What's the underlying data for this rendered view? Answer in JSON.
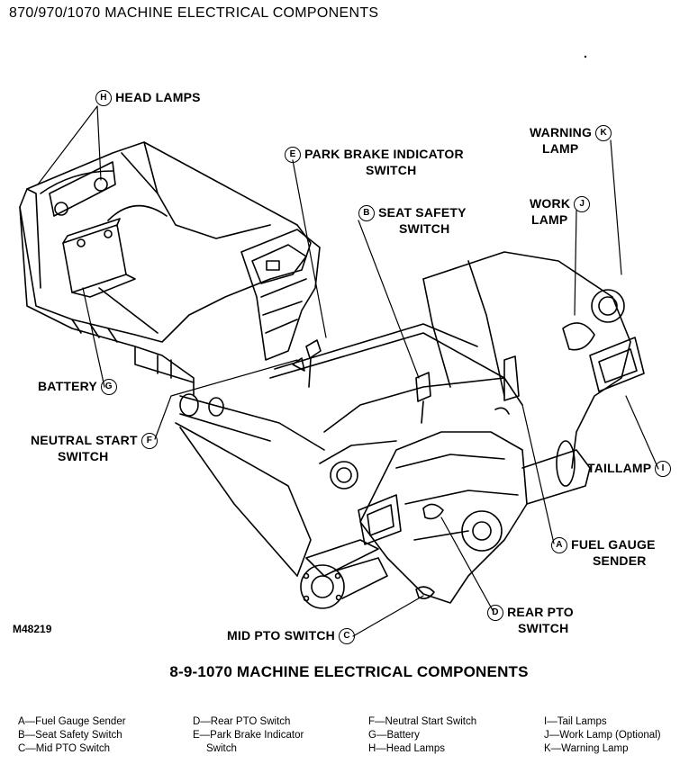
{
  "title": "870/970/1070 MACHINE ELECTRICAL COMPONENTS",
  "figure_id": "M48219",
  "caption": "8-9-1070 MACHINE ELECTRICAL COMPONENTS",
  "callouts": {
    "head_lamps": {
      "letter": "H",
      "text": "HEAD LAMPS"
    },
    "park_brake": {
      "letter": "E",
      "line1": "PARK BRAKE INDICATOR",
      "line2": "SWITCH"
    },
    "seat_safety": {
      "letter": "B",
      "line1": "SEAT SAFETY",
      "line2": "SWITCH"
    },
    "warning_lamp": {
      "letter": "K",
      "line1": "WARNING",
      "line2": "LAMP"
    },
    "work_lamp": {
      "letter": "J",
      "line1": "WORK",
      "line2": "LAMP"
    },
    "battery": {
      "letter": "G",
      "text": "BATTERY"
    },
    "neutral_start": {
      "letter": "F",
      "line1": "NEUTRAL START",
      "line2": "SWITCH"
    },
    "taillamp": {
      "letter": "I",
      "text": "TAILLAMP"
    },
    "fuel_gauge": {
      "letter": "A",
      "line1": "FUEL GAUGE",
      "line2": "SENDER"
    },
    "rear_pto": {
      "letter": "D",
      "line1": "REAR PTO",
      "line2": "SWITCH"
    },
    "mid_pto": {
      "letter": "C",
      "text": "MID PTO SWITCH"
    }
  },
  "legend": {
    "col1": [
      "A—Fuel Gauge Sender",
      "B—Seat Safety Switch",
      "C—Mid PTO Switch"
    ],
    "col2": [
      "D—Rear PTO Switch",
      "E—Park Brake Indicator",
      "Switch"
    ],
    "col3": [
      "F—Neutral Start Switch",
      "G—Battery",
      "H—Head Lamps"
    ],
    "col4": [
      "I—Tail Lamps",
      "J—Work Lamp (Optional)",
      "K—Warning Lamp"
    ]
  }
}
